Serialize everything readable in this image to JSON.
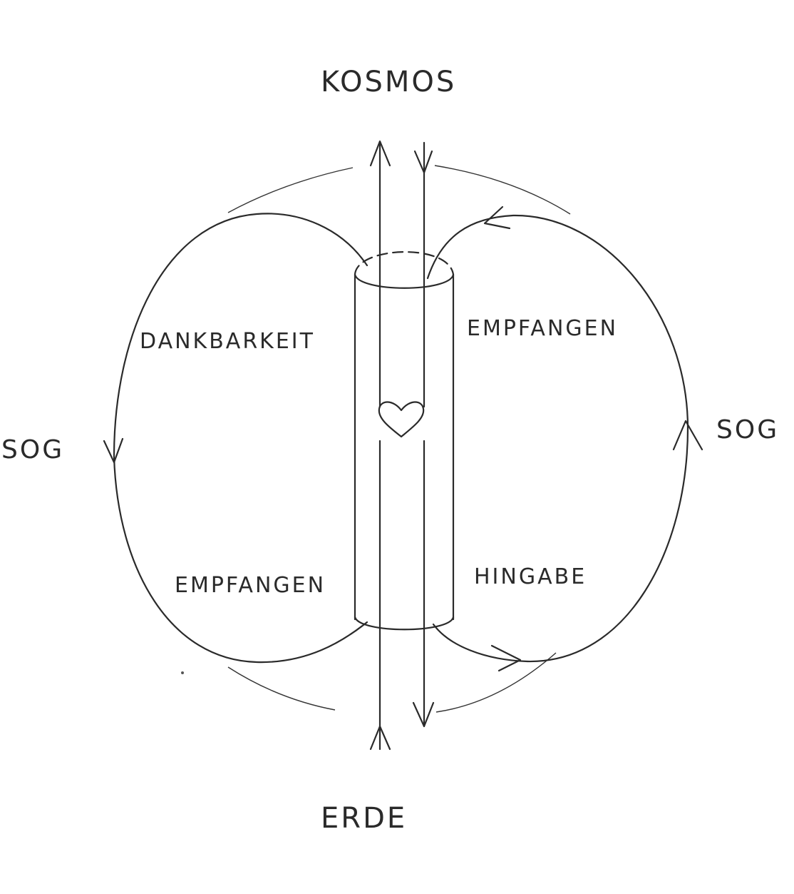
{
  "labels": {
    "top": "KOSMOS",
    "bottom": "ERDE",
    "left_sog": "SOG",
    "right_sog": "SOG",
    "upper_left": "DANKBARKEIT",
    "upper_right": "EMPFANGEN",
    "lower_left": "EMPFANGEN",
    "lower_right": "HINGABE"
  },
  "center_icon": "heart-icon",
  "colors": {
    "ink": "#2a2a2a",
    "paper": "#ffffff"
  }
}
